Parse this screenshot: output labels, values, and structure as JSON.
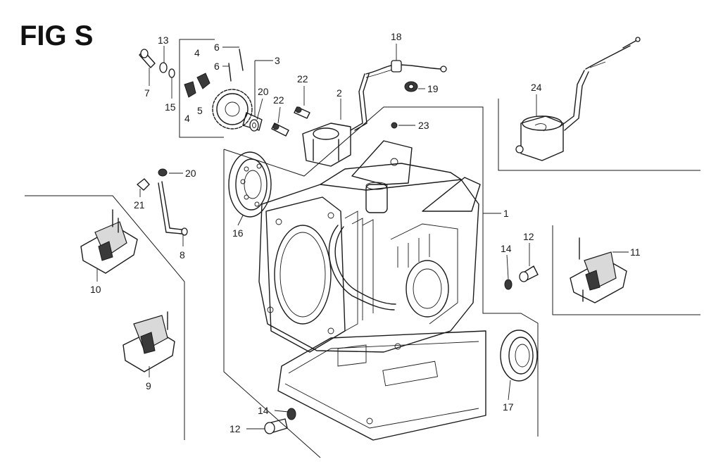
{
  "figure": {
    "title": "FIG S"
  },
  "callouts": {
    "c1": "1",
    "c2": "2",
    "c3": "3",
    "c4a": "4",
    "c4b": "4",
    "c5": "5",
    "c6a": "6",
    "c6b": "6",
    "c7": "7",
    "c8": "8",
    "c9": "9",
    "c10": "10",
    "c11": "11",
    "c12a": "12",
    "c12b": "12",
    "c13": "13",
    "c14a": "14",
    "c14b": "14",
    "c15": "15",
    "c16": "16",
    "c17": "17",
    "c18": "18",
    "c19": "19",
    "c20a": "20",
    "c20b": "20",
    "c21": "21",
    "c22a": "22",
    "c22b": "22",
    "c23": "23",
    "c24": "24"
  }
}
